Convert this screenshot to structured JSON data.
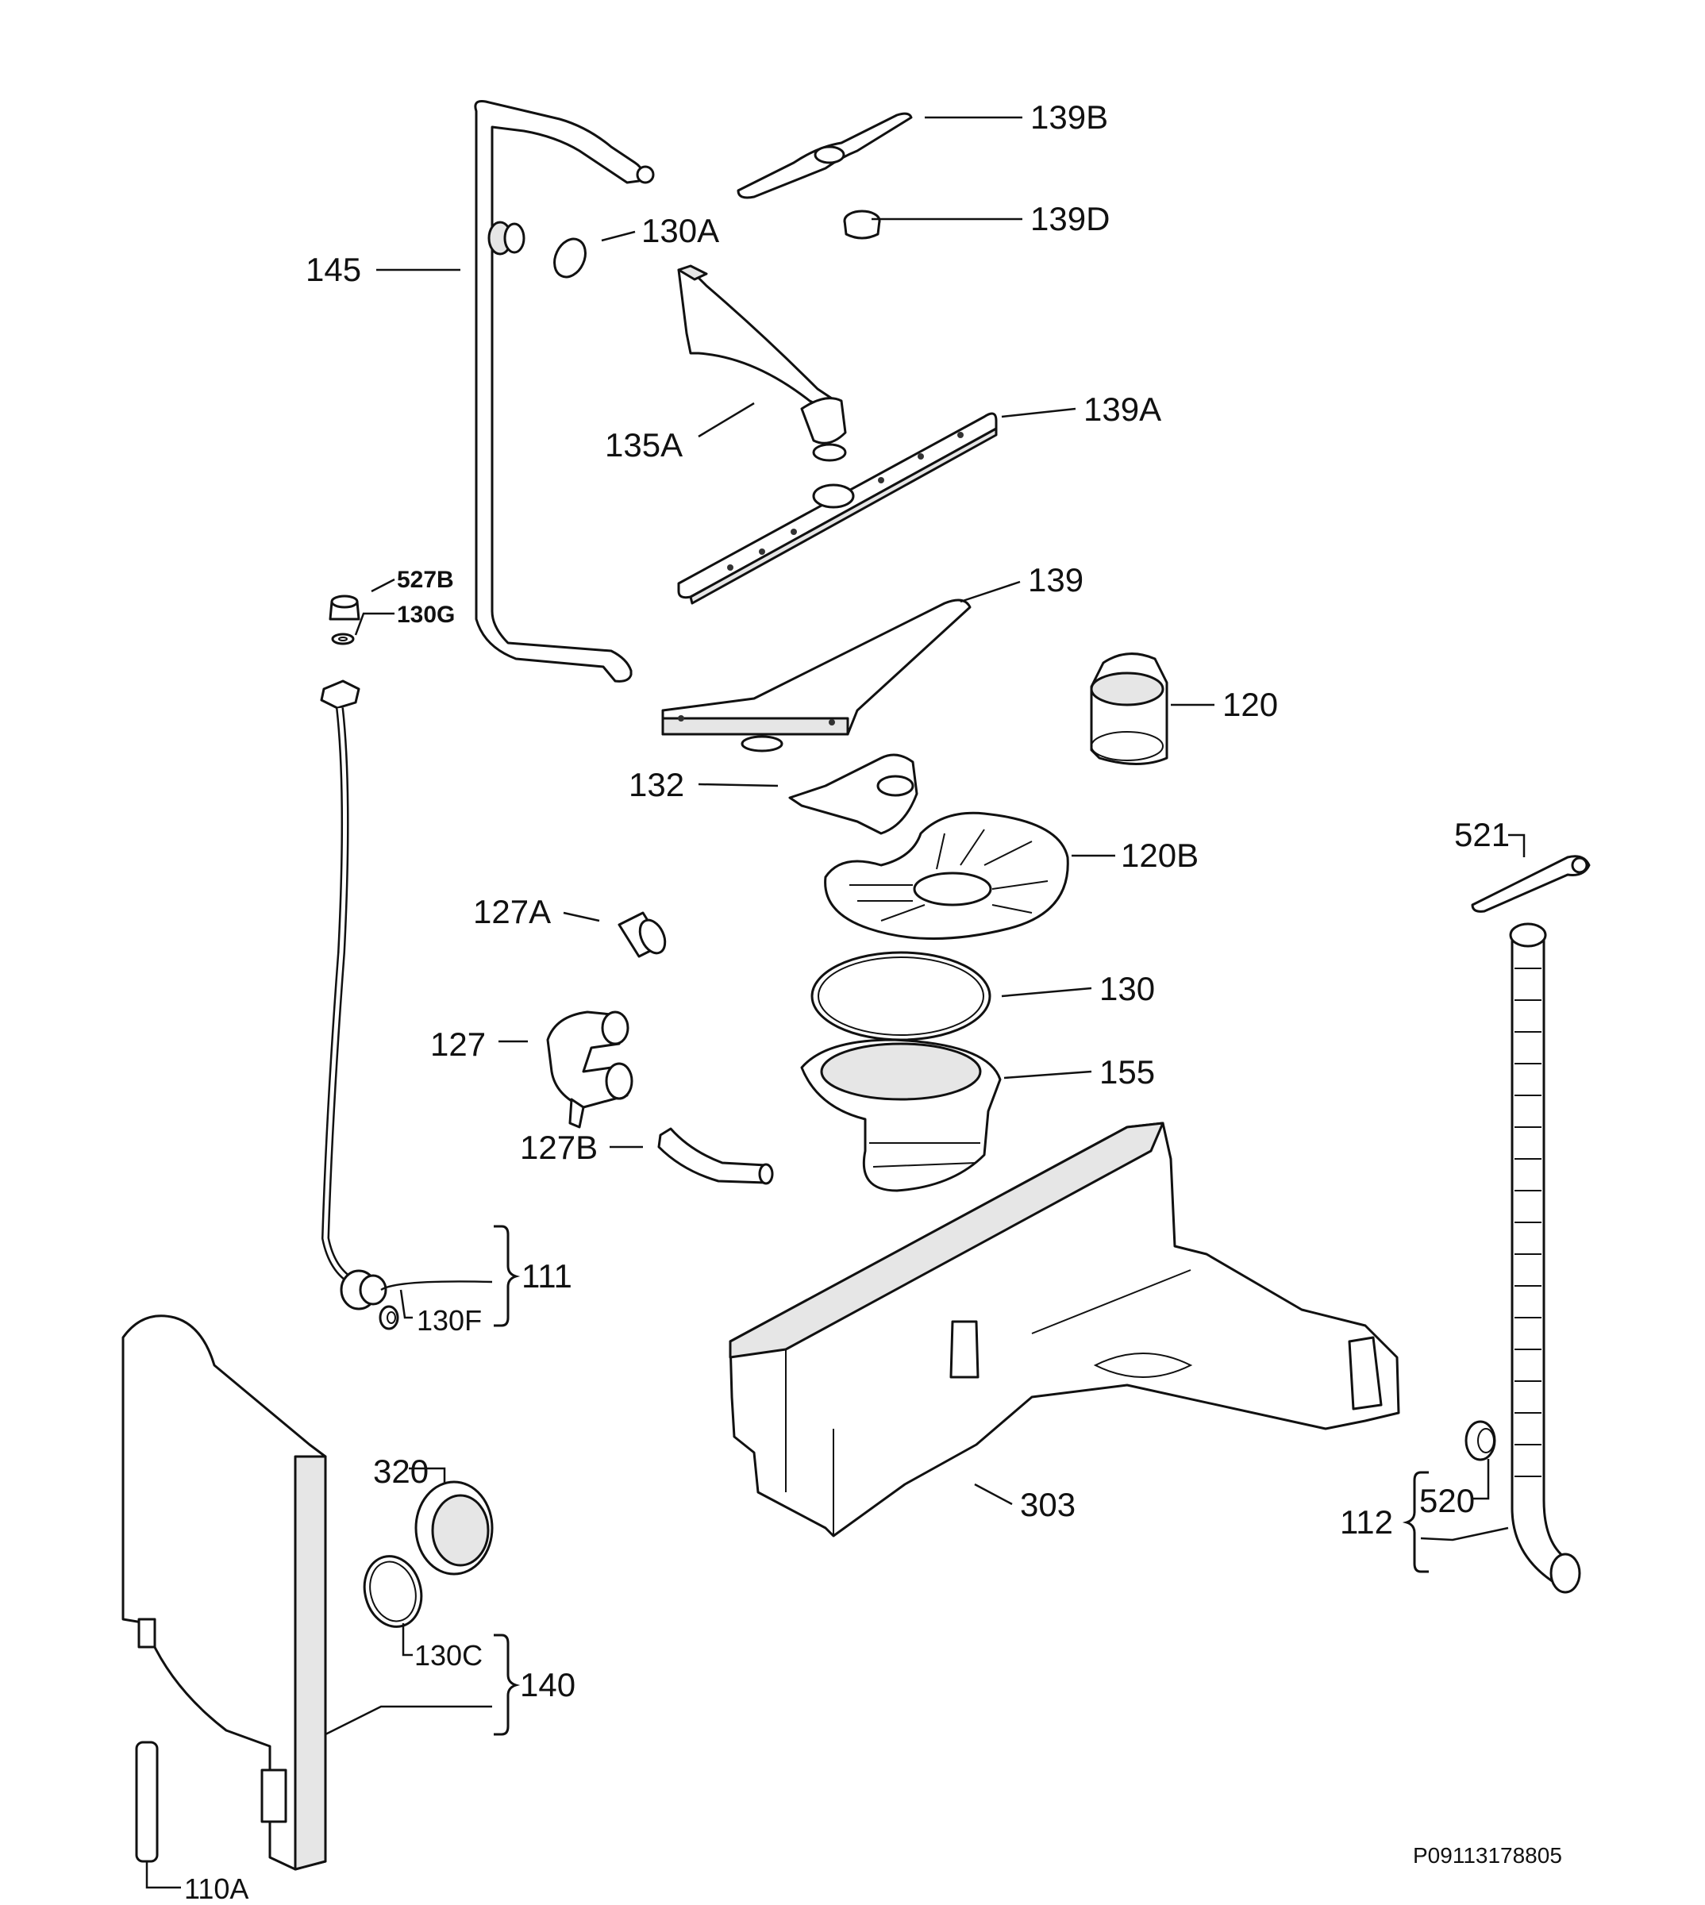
{
  "labels": {
    "l139B": "139B",
    "l139D": "139D",
    "l130A": "130A",
    "l145": "145",
    "l135A": "135A",
    "l139A": "139A",
    "l527B": "527B",
    "l130G": "130G",
    "l139": "139",
    "l120": "120",
    "l132": "132",
    "l120B": "120B",
    "l521": "521",
    "l127A": "127A",
    "l130": "130",
    "l127": "127",
    "l155": "155",
    "l127B": "127B",
    "l130F": "130F",
    "l111": "111",
    "l320": "320",
    "l303": "303",
    "l520": "520",
    "l112": "112",
    "l130C": "130C",
    "l140": "140",
    "l110A": "110A"
  },
  "drawing_code": "P09113178805"
}
